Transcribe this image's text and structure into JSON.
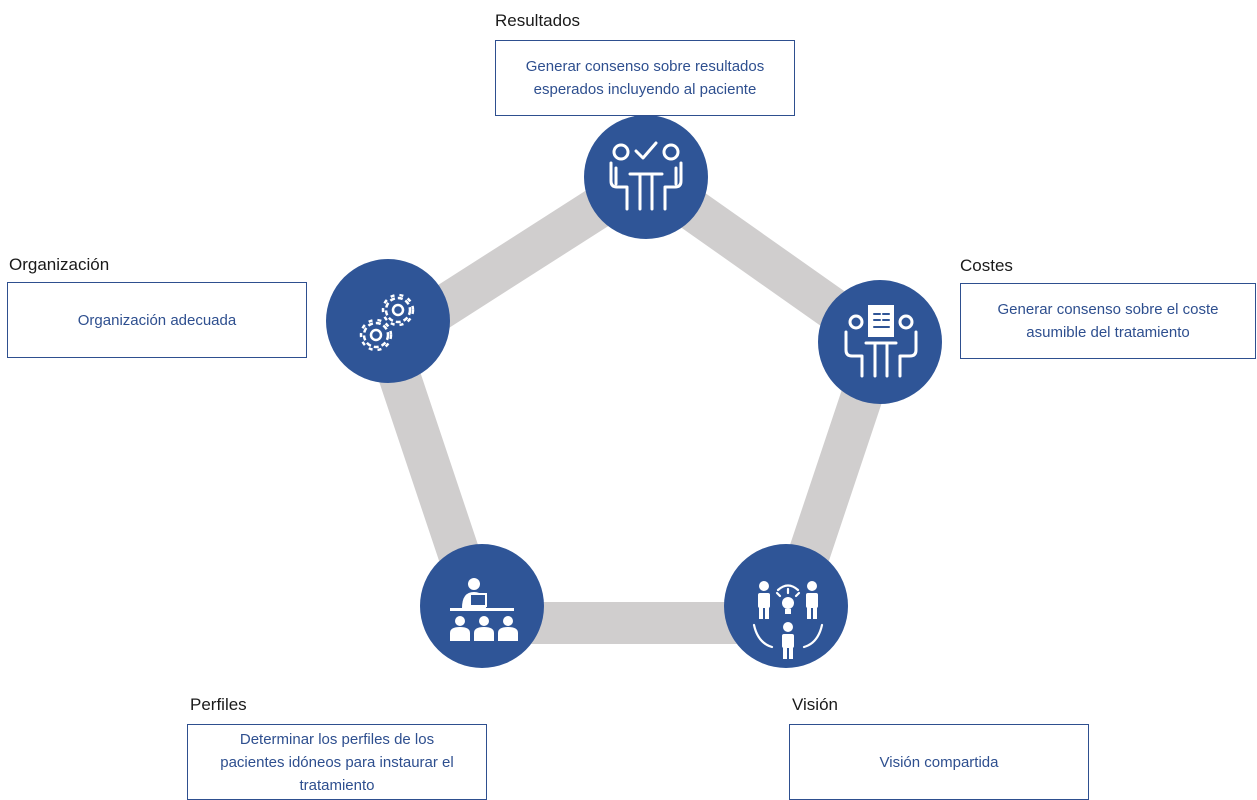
{
  "nodes": [
    {
      "id": "resultados",
      "heading": "Resultados",
      "text": "Generar consenso sobre resultados\nesperados incluyendo al paciente",
      "icon": "meeting-check-icon"
    },
    {
      "id": "costes",
      "heading": "Costes",
      "text": "Generar consenso sobre el coste\nasumible del tratamiento",
      "icon": "meeting-document-icon"
    },
    {
      "id": "vision",
      "heading": "Visión",
      "text": "Visión compartida",
      "icon": "idea-sharing-icon"
    },
    {
      "id": "perfiles",
      "heading": "Perfiles",
      "text": "Determinar los perfiles de los\npacientes idóneos para instaurar el\ntratamiento",
      "icon": "presentation-audience-icon"
    },
    {
      "id": "organizacion",
      "heading": "Organización",
      "text": "Organización adecuada",
      "icon": "gears-icon"
    }
  ],
  "colors": {
    "circle": "#2f5597",
    "ring": "#d0cece",
    "box_border": "#2e4f8f",
    "text": "#2e4f8f"
  }
}
